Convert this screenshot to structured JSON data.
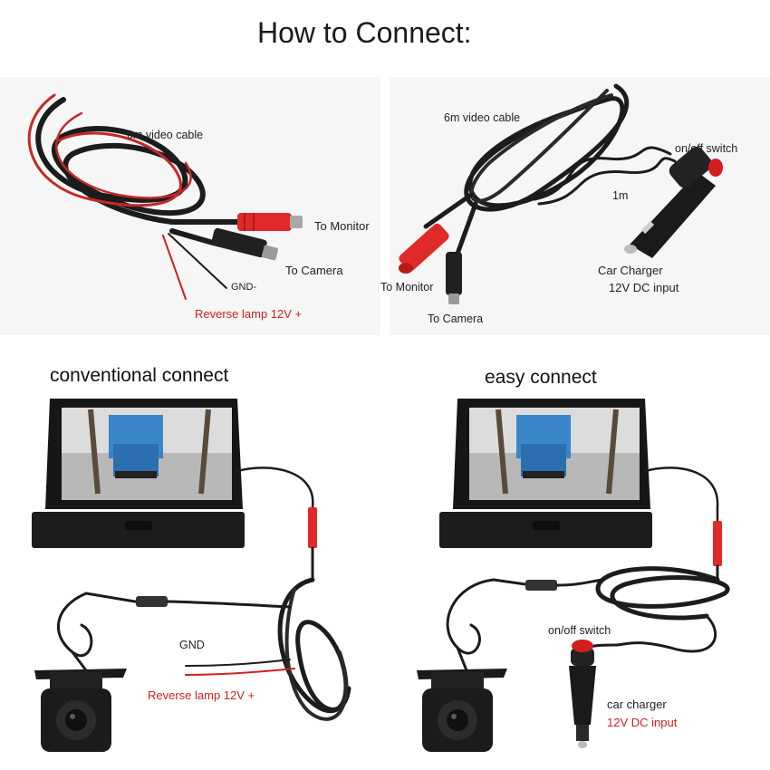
{
  "title": "How to Connect:",
  "top_left": {
    "cable_label": "6m video cable",
    "to_monitor": "To Monitor",
    "to_camera": "To Camera",
    "gnd": "GND-",
    "reverse_lamp": "Reverse lamp 12V +"
  },
  "top_right": {
    "cable_label": "6m video cable",
    "switch_label": "on/off switch",
    "length_label": "1m",
    "charger_label": "Car Charger",
    "dc_label": "12V DC input",
    "to_monitor": "To Monitor",
    "to_camera": "To Camera"
  },
  "bottom_left": {
    "heading": "conventional connect",
    "gnd": "GND",
    "reverse_lamp": "Reverse lamp 12V +"
  },
  "bottom_right": {
    "heading": "easy connect",
    "switch_label": "on/off switch",
    "charger_label": "car charger",
    "dc_label": "12V DC input"
  },
  "colors": {
    "cable": "#1a1a1a",
    "red_wire": "#d02020",
    "connector_red": "#e02a2a",
    "accent_text": "#d02020"
  },
  "icons": [
    "monitor-icon",
    "camera-icon",
    "car-charger-icon",
    "cable-icon"
  ]
}
